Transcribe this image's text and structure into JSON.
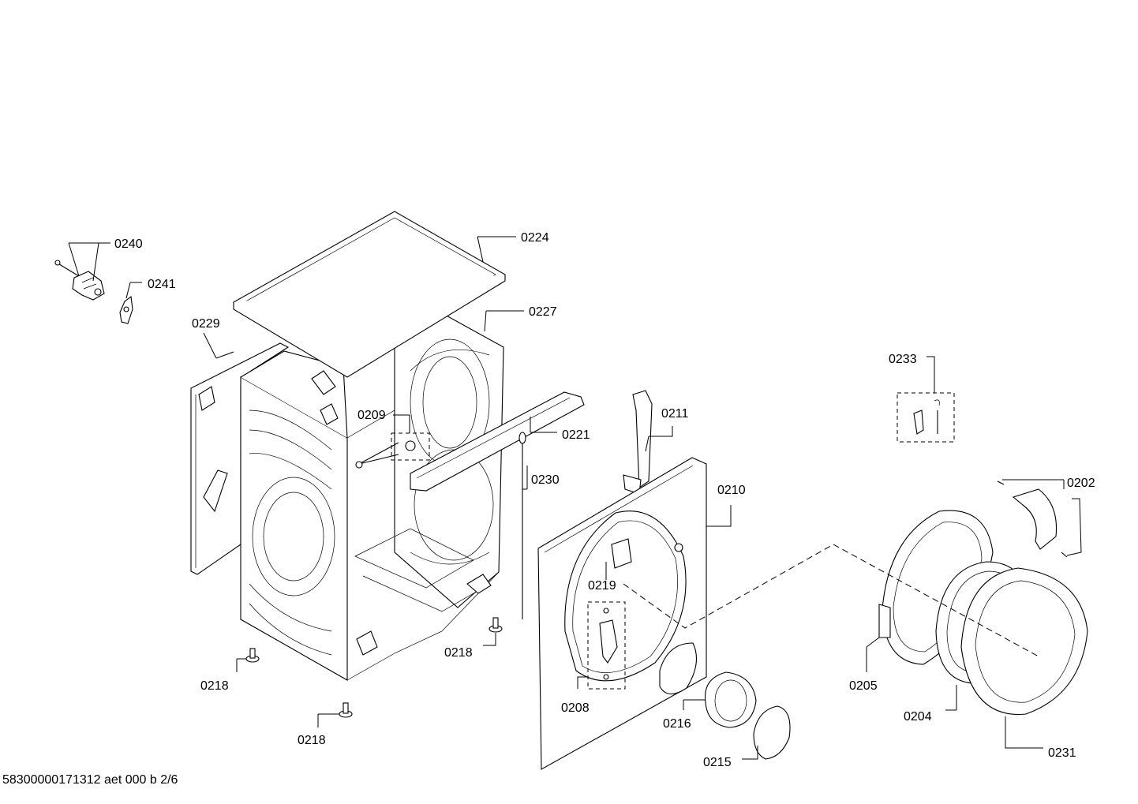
{
  "footer": {
    "code": "58300000171312 aet 000 b 2/6"
  },
  "labels": {
    "p0240": "0240",
    "p0241": "0241",
    "p0224": "0224",
    "p0227": "0227",
    "p0229": "0229",
    "p0209": "0209",
    "p0221": "0221",
    "p0230": "0230",
    "p0211": "0211",
    "p0210": "0210",
    "p0233": "0233",
    "p0202": "0202",
    "p0219": "0219",
    "p0208": "0208",
    "p0218a": "0218",
    "p0218b": "0218",
    "p0218c": "0218",
    "p0216": "0216",
    "p0215": "0215",
    "p0205": "0205",
    "p0204": "0204",
    "p0231": "0231"
  }
}
